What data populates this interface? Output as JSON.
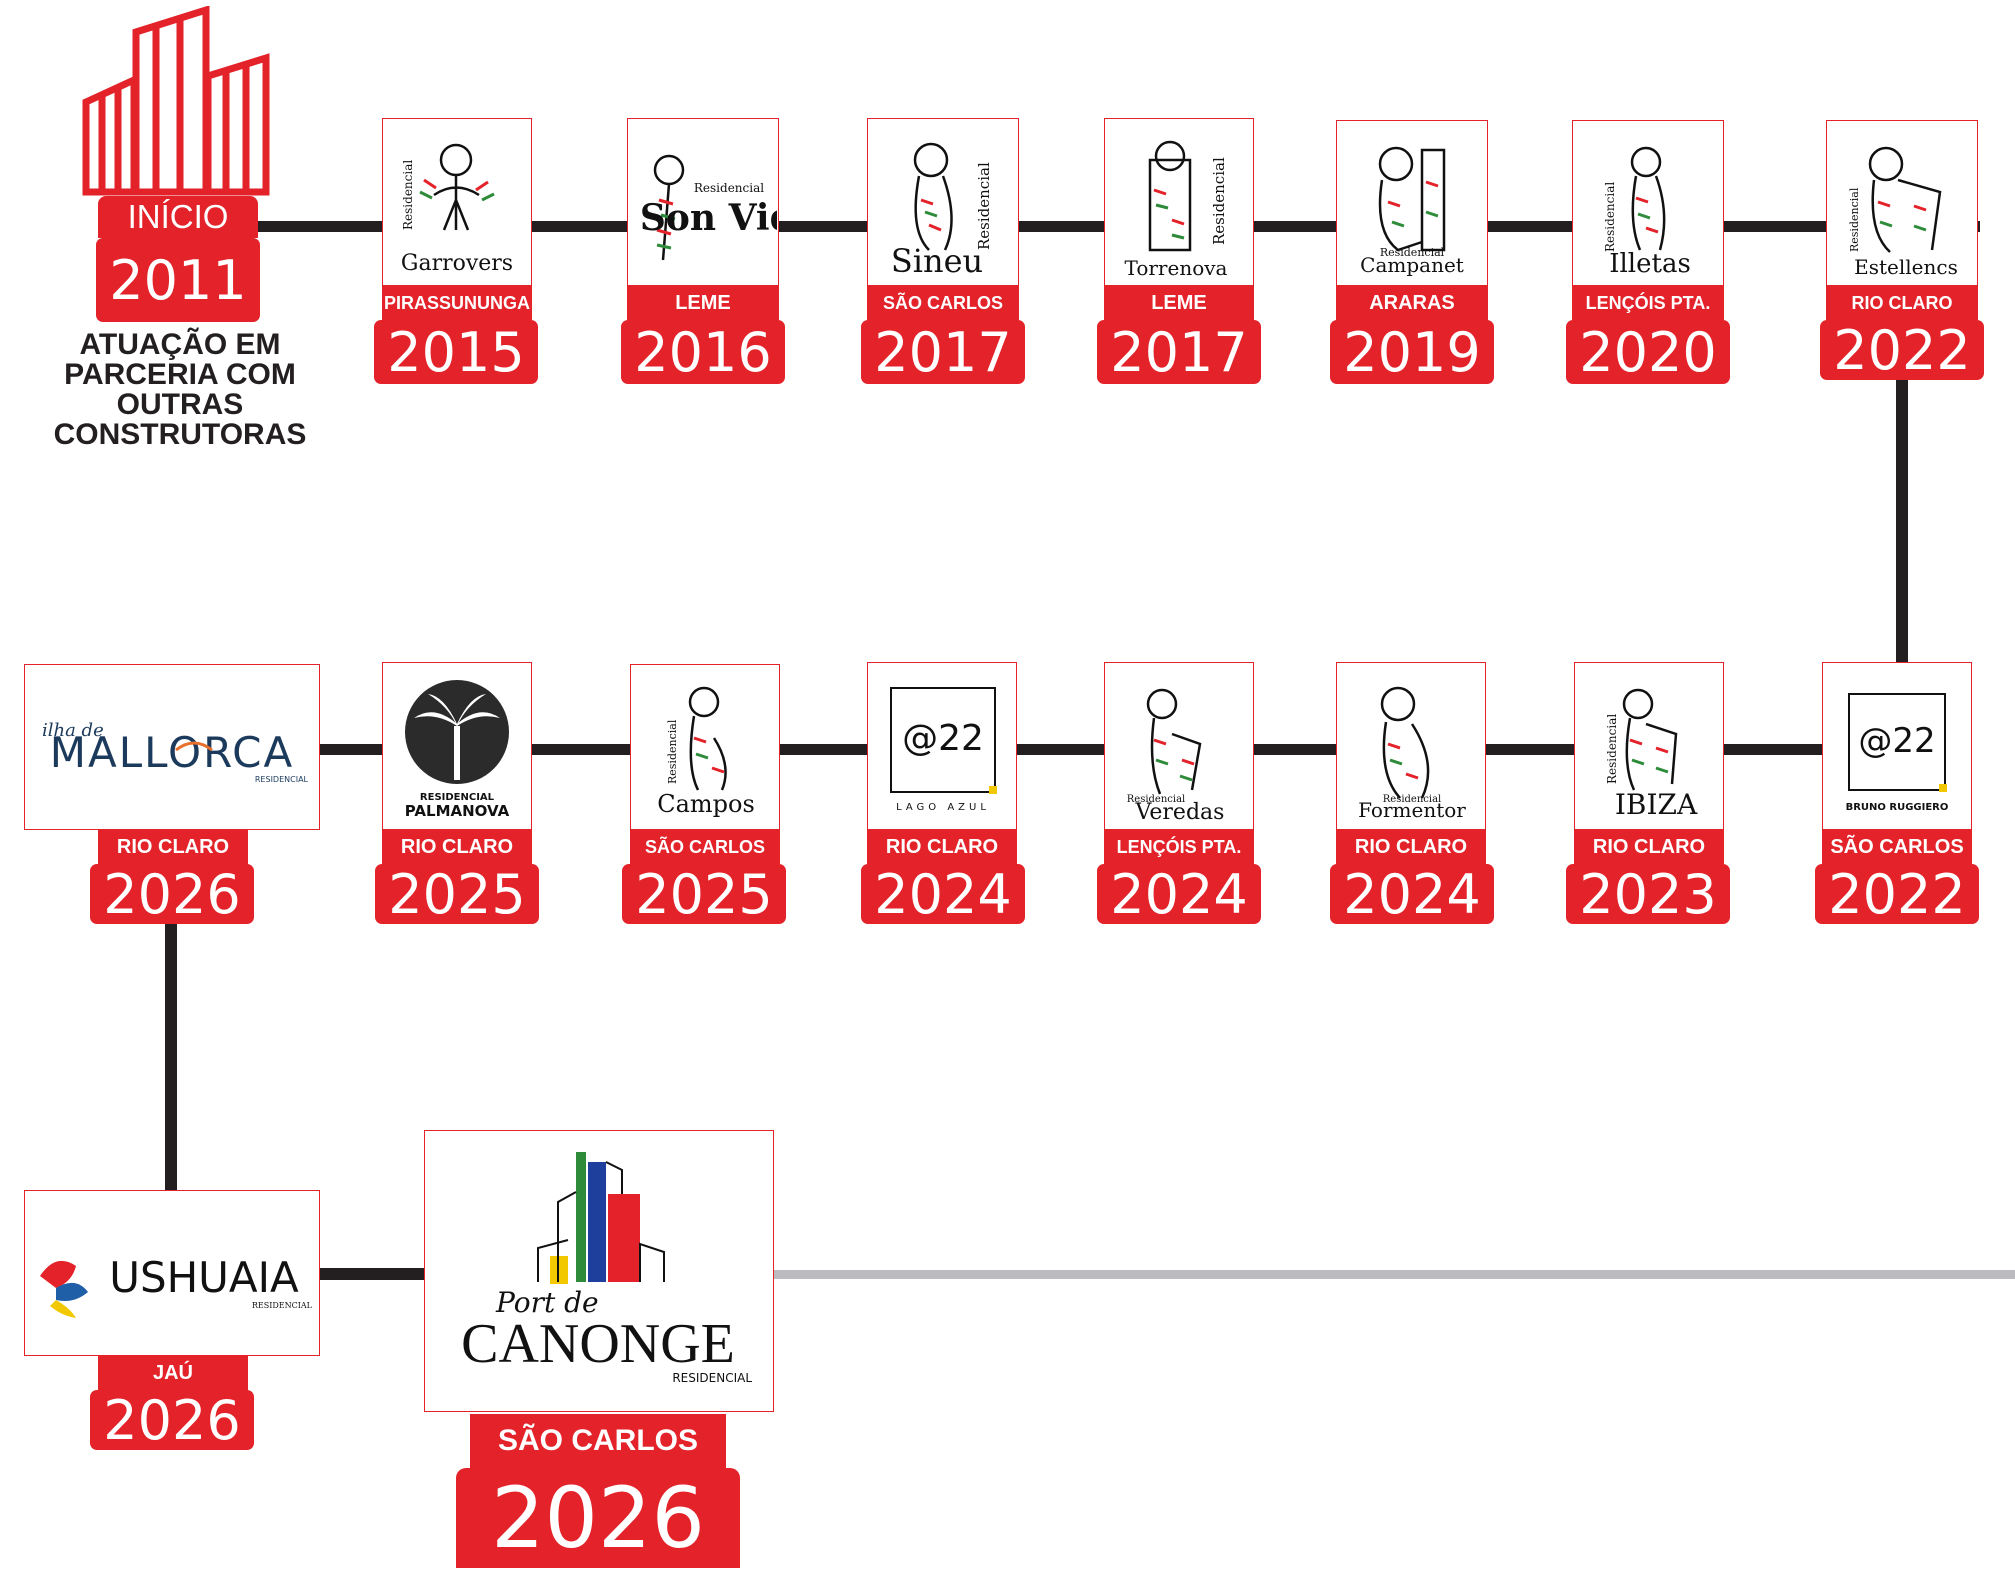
{
  "start": {
    "label": "INÍCIO",
    "year": "2011",
    "note_lines": [
      "ATUAÇÃO EM",
      "PARCERIA COM",
      "OUTRAS",
      "CONSTRUTORAS"
    ]
  },
  "projects": [
    {
      "logo": "Garrovers",
      "logo_sub": "Residencial",
      "city": "PIRASSUNUNGA",
      "year": "2015"
    },
    {
      "logo": "Son Vida",
      "logo_sub": "Residencial",
      "city": "LEME",
      "year": "2016"
    },
    {
      "logo": "Sineu",
      "logo_sub": "Residencial",
      "city": "SÃO CARLOS",
      "year": "2017"
    },
    {
      "logo": "Torrenova",
      "logo_sub": "Residencial",
      "city": "LEME",
      "year": "2017"
    },
    {
      "logo": "Campanet",
      "logo_sub": "Residencial",
      "city": "ARARAS",
      "year": "2019"
    },
    {
      "logo": "Illetas",
      "logo_sub": "Residencial",
      "city": "LENÇÓIS PTA.",
      "year": "2020"
    },
    {
      "logo": "Estellencs",
      "logo_sub": "Residencial",
      "city": "RIO CLARO",
      "year": "2022"
    },
    {
      "logo": "@22",
      "logo_sub": "BRUNO RUGGIERO",
      "city": "SÃO CARLOS",
      "year": "2022"
    },
    {
      "logo": "IBIZA",
      "logo_sub": "Residencial",
      "city": "RIO CLARO",
      "year": "2023"
    },
    {
      "logo": "Formentor",
      "logo_sub": "Residencial",
      "city": "RIO CLARO",
      "year": "2024"
    },
    {
      "logo": "Veredas",
      "logo_sub": "Residencial",
      "city": "LENÇÓIS PTA.",
      "year": "2024"
    },
    {
      "logo": "@22",
      "logo_sub": "LAGO AZUL",
      "city": "RIO CLARO",
      "year": "2024"
    },
    {
      "logo": "Campos",
      "logo_sub": "Residencial",
      "city": "SÃO CARLOS",
      "year": "2025"
    },
    {
      "logo": "PALMANOVA",
      "logo_sub": "RESIDENCIAL",
      "city": "RIO CLARO",
      "year": "2025"
    },
    {
      "logo": "MALLORCA",
      "logo_pre": "ilha de",
      "logo_sub": "RESIDENCIAL",
      "city": "RIO CLARO",
      "year": "2026"
    },
    {
      "logo": "USHUAIA",
      "logo_sub": "RESIDENCIAL",
      "city": "JAÚ",
      "year": "2026"
    },
    {
      "logo": "CANONGE",
      "logo_pre": "Port de",
      "logo_sub": "RESIDENCIAL",
      "city": "SÃO CARLOS",
      "year": "2026"
    }
  ],
  "colors": {
    "accent": "#e32229",
    "line": "#231f20",
    "future_line": "#bcbcc0",
    "logo_green": "#2e8b3a"
  }
}
